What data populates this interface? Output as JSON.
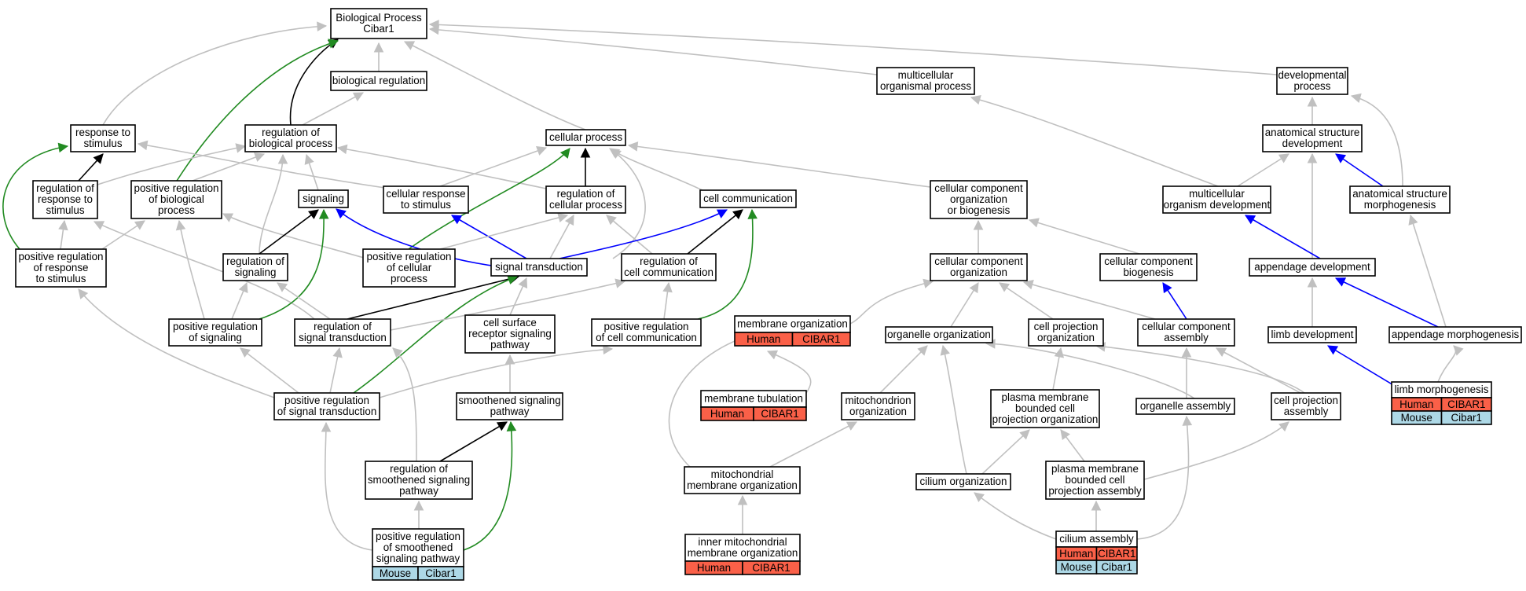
{
  "colors": {
    "is_a": "#c0c0c0",
    "part_of": "#000000",
    "positively_regulates": "#228b22",
    "regulates_or_occurs_in": "#0000ff",
    "human": "#fa6048",
    "mouse": "#add8e6"
  },
  "nodes": [
    {
      "id": "bp",
      "lines": [
        "Biological Process",
        "Cibar1"
      ]
    },
    {
      "id": "bioreg",
      "lines": [
        "biological regulation"
      ]
    },
    {
      "id": "mcorg",
      "lines": [
        "multicellular",
        "organismal process"
      ]
    },
    {
      "id": "devproc",
      "lines": [
        "developmental",
        "process"
      ]
    },
    {
      "id": "respstim",
      "lines": [
        "response to",
        "stimulus"
      ]
    },
    {
      "id": "regbp",
      "lines": [
        "regulation of",
        "biological process"
      ]
    },
    {
      "id": "cellproc",
      "lines": [
        "cellular process"
      ]
    },
    {
      "id": "asdev",
      "lines": [
        "anatomical structure",
        "development"
      ]
    },
    {
      "id": "regresp",
      "lines": [
        "regulation of",
        "response to",
        "stimulus"
      ]
    },
    {
      "id": "posregbp",
      "lines": [
        "positive regulation",
        "of biological",
        "process"
      ]
    },
    {
      "id": "signaling",
      "lines": [
        "signaling"
      ]
    },
    {
      "id": "cellresp",
      "lines": [
        "cellular response",
        "to stimulus"
      ]
    },
    {
      "id": "regcp",
      "lines": [
        "regulation of",
        "cellular process"
      ]
    },
    {
      "id": "cellcomm",
      "lines": [
        "cell communication"
      ]
    },
    {
      "id": "ccob",
      "lines": [
        "cellular component",
        "organization",
        "or biogenesis"
      ]
    },
    {
      "id": "mcdev",
      "lines": [
        "multicellular",
        "organism development"
      ]
    },
    {
      "id": "asmorph",
      "lines": [
        "anatomical structure",
        "morphogenesis"
      ]
    },
    {
      "id": "posregresp",
      "lines": [
        "positive regulation",
        "of response",
        "to stimulus"
      ]
    },
    {
      "id": "regsig",
      "lines": [
        "regulation of",
        "signaling"
      ]
    },
    {
      "id": "posregcp",
      "lines": [
        "positive regulation",
        "of cellular",
        "process"
      ]
    },
    {
      "id": "sigtrans",
      "lines": [
        "signal transduction"
      ]
    },
    {
      "id": "regcc",
      "lines": [
        "regulation of",
        "cell communication"
      ]
    },
    {
      "id": "cco",
      "lines": [
        "cellular component",
        "organization"
      ]
    },
    {
      "id": "ccb",
      "lines": [
        "cellular component",
        "biogenesis"
      ]
    },
    {
      "id": "appdev",
      "lines": [
        "appendage development"
      ]
    },
    {
      "id": "posregsig",
      "lines": [
        "positive regulation",
        "of signaling"
      ]
    },
    {
      "id": "regst",
      "lines": [
        "regulation of",
        "signal transduction"
      ]
    },
    {
      "id": "csrsp",
      "lines": [
        "cell surface",
        "receptor signaling",
        "pathway"
      ]
    },
    {
      "id": "posregcc",
      "lines": [
        "positive regulation",
        "of cell communication"
      ]
    },
    {
      "id": "memorg",
      "lines": [
        "membrane organization"
      ]
    },
    {
      "id": "orgorg",
      "lines": [
        "organelle organization"
      ]
    },
    {
      "id": "cpo",
      "lines": [
        "cell projection",
        "organization"
      ]
    },
    {
      "id": "cca",
      "lines": [
        "cellular component",
        "assembly"
      ]
    },
    {
      "id": "limbdev",
      "lines": [
        "limb development"
      ]
    },
    {
      "id": "appmorph",
      "lines": [
        "appendage morphogenesis"
      ]
    },
    {
      "id": "posregst",
      "lines": [
        "positive regulation",
        "of signal transduction"
      ]
    },
    {
      "id": "smosig",
      "lines": [
        "smoothened signaling",
        "pathway"
      ]
    },
    {
      "id": "memtub",
      "lines": [
        "membrane tubulation"
      ]
    },
    {
      "id": "mitoorg",
      "lines": [
        "mitochondrion",
        "organization"
      ]
    },
    {
      "id": "pmbcpo",
      "lines": [
        "plasma membrane",
        "bounded cell",
        "projection organization"
      ]
    },
    {
      "id": "orgasm",
      "lines": [
        "organelle assembly"
      ]
    },
    {
      "id": "cpa",
      "lines": [
        "cell projection",
        "assembly"
      ]
    },
    {
      "id": "limbmorph",
      "lines": [
        "limb morphogenesis"
      ]
    },
    {
      "id": "regsmo",
      "lines": [
        "regulation of",
        "smoothened signaling",
        "pathway"
      ]
    },
    {
      "id": "mitomem",
      "lines": [
        "mitochondrial",
        "membrane organization"
      ]
    },
    {
      "id": "ciliumorg",
      "lines": [
        "cilium organization"
      ]
    },
    {
      "id": "pmbcpa",
      "lines": [
        "plasma membrane",
        "bounded cell",
        "projection assembly"
      ]
    },
    {
      "id": "posregsmo",
      "lines": [
        "positive regulation",
        "of smoothened",
        "signaling pathway"
      ]
    },
    {
      "id": "innermito",
      "lines": [
        "inner mitochondrial",
        "membrane organization"
      ]
    },
    {
      "id": "ciliumasm",
      "lines": [
        "cilium assembly"
      ]
    }
  ],
  "annotations": [
    {
      "node": "memorg",
      "rows": [
        [
          "Human",
          "CIBAR1"
        ]
      ]
    },
    {
      "node": "memtub",
      "rows": [
        [
          "Human",
          "CIBAR1"
        ]
      ]
    },
    {
      "node": "limbmorph",
      "rows": [
        [
          "Human",
          "CIBAR1"
        ],
        [
          "Mouse",
          "Cibar1"
        ]
      ]
    },
    {
      "node": "posregsmo",
      "rows": [
        [
          "Mouse",
          "Cibar1"
        ]
      ]
    },
    {
      "node": "innermito",
      "rows": [
        [
          "Human",
          "CIBAR1"
        ]
      ]
    },
    {
      "node": "ciliumasm",
      "rows": [
        [
          "Human",
          "CIBAR1"
        ],
        [
          "Mouse",
          "Cibar1"
        ]
      ]
    }
  ],
  "edges": [
    {
      "from": "bioreg",
      "to": "bp",
      "type": "is_a"
    },
    {
      "from": "mcorg",
      "to": "bp",
      "type": "is_a"
    },
    {
      "from": "devproc",
      "to": "bp",
      "type": "is_a"
    },
    {
      "from": "respstim",
      "to": "bp",
      "type": "is_a"
    },
    {
      "from": "regbp",
      "to": "bp",
      "type": "part_of"
    },
    {
      "from": "posregbp",
      "to": "bp",
      "type": "positively_regulates"
    },
    {
      "from": "cellproc",
      "to": "bp",
      "type": "is_a"
    },
    {
      "from": "regbp",
      "to": "bioreg",
      "type": "is_a"
    },
    {
      "from": "mcdev",
      "to": "mcorg",
      "type": "is_a"
    },
    {
      "from": "asdev",
      "to": "devproc",
      "type": "is_a"
    },
    {
      "from": "asmorph",
      "to": "devproc",
      "type": "is_a"
    },
    {
      "from": "regresp",
      "to": "respstim",
      "type": "part_of"
    },
    {
      "from": "posregresp",
      "to": "respstim",
      "type": "positively_regulates"
    },
    {
      "from": "cellresp",
      "to": "respstim",
      "type": "is_a"
    },
    {
      "from": "regresp",
      "to": "regbp",
      "type": "is_a"
    },
    {
      "from": "posregbp",
      "to": "regbp",
      "type": "is_a"
    },
    {
      "from": "signaling",
      "to": "regbp",
      "type": "is_a"
    },
    {
      "from": "regsig",
      "to": "regbp",
      "type": "is_a"
    },
    {
      "from": "regcp",
      "to": "regbp",
      "type": "is_a"
    },
    {
      "from": "regcp",
      "to": "cellproc",
      "type": "part_of"
    },
    {
      "from": "cellresp",
      "to": "cellproc",
      "type": "is_a"
    },
    {
      "from": "posregcp",
      "to": "cellproc",
      "type": "positively_regulates"
    },
    {
      "from": "cellcomm",
      "to": "cellproc",
      "type": "is_a"
    },
    {
      "from": "sigtrans",
      "to": "cellproc",
      "type": "is_a"
    },
    {
      "from": "ccob",
      "to": "cellproc",
      "type": "is_a"
    },
    {
      "from": "mcdev",
      "to": "asdev",
      "type": "is_a"
    },
    {
      "from": "appdev",
      "to": "asdev",
      "type": "is_a"
    },
    {
      "from": "asmorph",
      "to": "asdev",
      "type": "part_of_blue"
    },
    {
      "from": "posregresp",
      "to": "regresp",
      "type": "is_a"
    },
    {
      "from": "regst",
      "to": "regresp",
      "type": "is_a"
    },
    {
      "from": "posregresp",
      "to": "posregbp",
      "type": "is_a"
    },
    {
      "from": "posregcp",
      "to": "posregbp",
      "type": "is_a"
    },
    {
      "from": "posregsig",
      "to": "posregbp",
      "type": "is_a"
    },
    {
      "from": "sigtrans",
      "to": "signaling",
      "type": "regulates_or_occurs_in"
    },
    {
      "from": "regsig",
      "to": "signaling",
      "type": "part_of"
    },
    {
      "from": "posregsig",
      "to": "signaling",
      "type": "positively_regulates"
    },
    {
      "from": "sigtrans",
      "to": "cellresp",
      "type": "regulates_or_occurs_in"
    },
    {
      "from": "sigtrans",
      "to": "regcp",
      "type": "is_a"
    },
    {
      "from": "posregcp",
      "to": "regcp",
      "type": "is_a"
    },
    {
      "from": "regcc",
      "to": "regcp",
      "type": "is_a"
    },
    {
      "from": "sigtrans",
      "to": "cellcomm",
      "type": "regulates_or_occurs_in"
    },
    {
      "from": "regcc",
      "to": "cellcomm",
      "type": "part_of"
    },
    {
      "from": "posregcc",
      "to": "cellcomm",
      "type": "positively_regulates"
    },
    {
      "from": "cco",
      "to": "ccob",
      "type": "is_a"
    },
    {
      "from": "ccb",
      "to": "ccob",
      "type": "is_a"
    },
    {
      "from": "appdev",
      "to": "mcdev",
      "type": "regulates_or_occurs_in"
    },
    {
      "from": "appmorph",
      "to": "asmorph",
      "type": "is_a"
    },
    {
      "from": "posregsig",
      "to": "regsig",
      "type": "is_a"
    },
    {
      "from": "regst",
      "to": "regsig",
      "type": "is_a"
    },
    {
      "from": "regst",
      "to": "sigtrans",
      "type": "part_of"
    },
    {
      "from": "posregst",
      "to": "sigtrans",
      "type": "positively_regulates"
    },
    {
      "from": "csrsp",
      "to": "sigtrans",
      "type": "is_a"
    },
    {
      "from": "posregcc",
      "to": "regcc",
      "type": "is_a"
    },
    {
      "from": "regst",
      "to": "regcc",
      "type": "is_a"
    },
    {
      "from": "memorg",
      "to": "cco",
      "type": "is_a"
    },
    {
      "from": "orgorg",
      "to": "cco",
      "type": "is_a"
    },
    {
      "from": "cpo",
      "to": "cco",
      "type": "is_a"
    },
    {
      "from": "cca",
      "to": "cco",
      "type": "is_a"
    },
    {
      "from": "cca",
      "to": "ccb",
      "type": "regulates_or_occurs_in"
    },
    {
      "from": "limbdev",
      "to": "appdev",
      "type": "is_a"
    },
    {
      "from": "appmorph",
      "to": "appdev",
      "type": "regulates_or_occurs_in"
    },
    {
      "from": "limbmorph",
      "to": "limbdev",
      "type": "regulates_or_occurs_in"
    },
    {
      "from": "limbmorph",
      "to": "appmorph",
      "type": "is_a"
    },
    {
      "from": "posregst",
      "to": "posregresp",
      "type": "is_a"
    },
    {
      "from": "posregst",
      "to": "posregsig",
      "type": "is_a"
    },
    {
      "from": "posregst",
      "to": "regst",
      "type": "is_a"
    },
    {
      "from": "posregst",
      "to": "posregcc",
      "type": "is_a"
    },
    {
      "from": "smosig",
      "to": "csrsp",
      "type": "is_a"
    },
    {
      "from": "regsmo",
      "to": "regst",
      "type": "is_a"
    },
    {
      "from": "regsmo",
      "to": "smosig",
      "type": "part_of"
    },
    {
      "from": "posregsmo",
      "to": "smosig",
      "type": "positively_regulates"
    },
    {
      "from": "posregsmo",
      "to": "regsmo",
      "type": "is_a"
    },
    {
      "from": "posregsmo",
      "to": "posregst",
      "type": "is_a"
    },
    {
      "from": "memtub",
      "to": "memorg",
      "type": "is_a"
    },
    {
      "from": "mitomem",
      "to": "memorg",
      "type": "is_a"
    },
    {
      "from": "mitomem",
      "to": "mitoorg",
      "type": "is_a"
    },
    {
      "from": "mitoorg",
      "to": "orgorg",
      "type": "is_a"
    },
    {
      "from": "innermito",
      "to": "mitomem",
      "type": "is_a"
    },
    {
      "from": "orgasm",
      "to": "orgorg",
      "type": "is_a"
    },
    {
      "from": "ciliumorg",
      "to": "orgorg",
      "type": "is_a"
    },
    {
      "from": "pmbcpo",
      "to": "cpo",
      "type": "is_a"
    },
    {
      "from": "cpa",
      "to": "cpo",
      "type": "is_a"
    },
    {
      "from": "orgasm",
      "to": "cca",
      "type": "is_a"
    },
    {
      "from": "cpa",
      "to": "cca",
      "type": "is_a"
    },
    {
      "from": "ciliumorg",
      "to": "pmbcpo",
      "type": "is_a"
    },
    {
      "from": "pmbcpa",
      "to": "pmbcpo",
      "type": "is_a"
    },
    {
      "from": "pmbcpa",
      "to": "cpa",
      "type": "is_a"
    },
    {
      "from": "ciliumasm",
      "to": "ciliumorg",
      "type": "is_a"
    },
    {
      "from": "ciliumasm",
      "to": "pmbcpa",
      "type": "is_a"
    },
    {
      "from": "ciliumasm",
      "to": "orgasm",
      "type": "is_a"
    }
  ]
}
